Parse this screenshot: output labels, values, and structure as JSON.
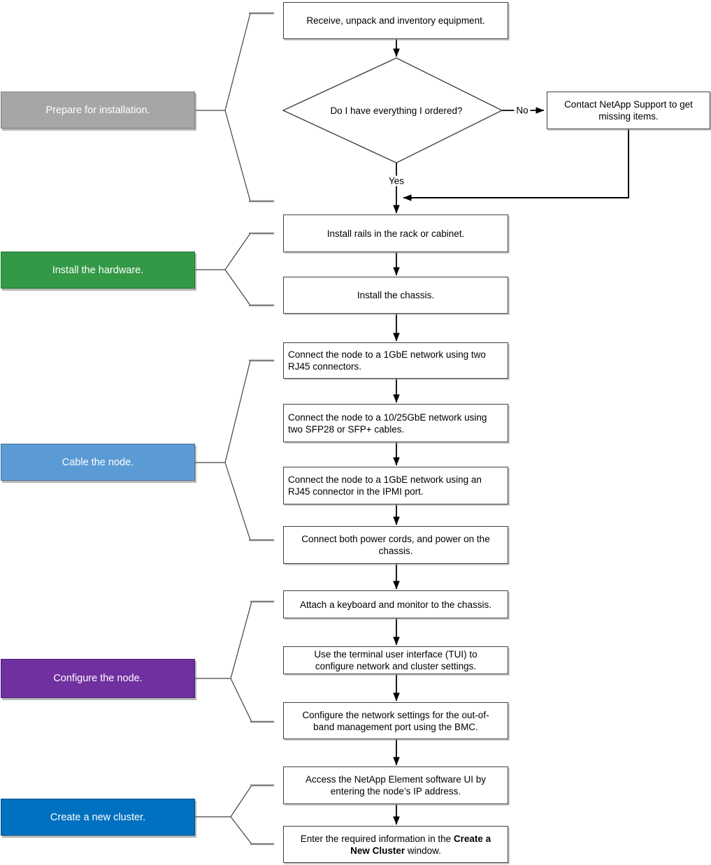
{
  "phases": [
    {
      "label": "Prepare for installation.",
      "color": "#a6a6a6",
      "border": "#7f7f7f"
    },
    {
      "label": "Install the hardware.",
      "color": "#339947",
      "border": "#1f7a33"
    },
    {
      "label": "Cable the node.",
      "color": "#5b9bd5",
      "border": "#41719c"
    },
    {
      "label": "Configure the node.",
      "color": "#7030a0",
      "border": "#4d1f73"
    },
    {
      "label": "Create a new cluster.",
      "color": "#0070c0",
      "border": "#004f87"
    }
  ],
  "decision": {
    "question": "Do I have everything I ordered?",
    "yes_label": "Yes",
    "no_label": "No"
  },
  "steps": {
    "receive": {
      "text": "Receive, unpack and inventory equipment."
    },
    "contact": {
      "lines": [
        "Contact NetApp Support to get",
        "missing items."
      ]
    },
    "rails": {
      "text": "Install rails in the rack or cabinet."
    },
    "chassis": {
      "text": "Install the chassis."
    },
    "cable_1gbe": {
      "lines": [
        "Connect the node to a 1GbE network using two",
        "RJ45 connectors."
      ]
    },
    "cable_10_25gbe": {
      "lines": [
        "Connect the node to a 10/25GbE network using",
        "two SFP28 or SFP+ cables."
      ]
    },
    "cable_ipmi": {
      "lines": [
        "Connect the node to a 1GbE network using an",
        "RJ45 connector in the IPMI port."
      ]
    },
    "power": {
      "lines": [
        "Connect both power cords, and power on the",
        "chassis."
      ]
    },
    "keyboard": {
      "text": "Attach a keyboard and monitor to the chassis."
    },
    "tui": {
      "lines": [
        "Use the terminal user interface (TUI) to",
        "configure network and cluster settings."
      ]
    },
    "bmc": {
      "lines": [
        "Configure the network settings for the out-of-",
        "band management port using the BMC."
      ]
    },
    "access": {
      "lines": [
        "Access the NetApp Element software UI by",
        "entering the node’s IP address."
      ]
    },
    "enter": {
      "line1_normal": "Enter the required information in the ",
      "line1_bold": "Create a",
      "line2_bold": "New Cluster",
      "line2_normal": " window."
    }
  }
}
